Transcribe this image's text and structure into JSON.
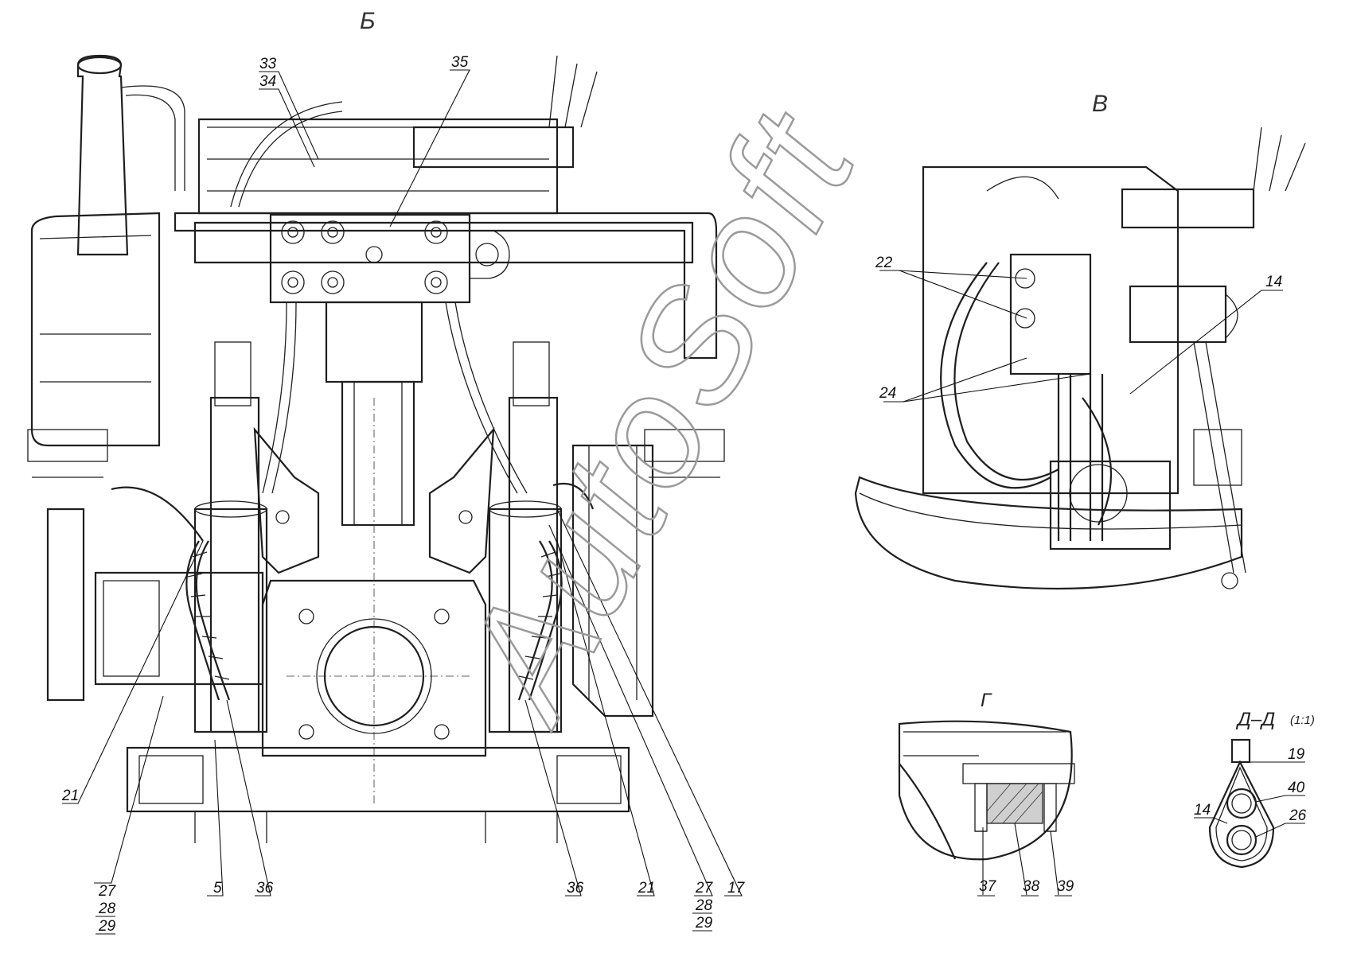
{
  "views": {
    "main": "Б",
    "right": "В",
    "detail": "Г",
    "section": "Д–Д",
    "section_scale": "(1:1)"
  },
  "watermark": "AutoSoft",
  "callouts": {
    "main_top": [
      "33",
      "34",
      "35"
    ],
    "main_bottom": [
      "21",
      "27",
      "28",
      "29",
      "5",
      "36",
      "36",
      "21",
      "27",
      "28",
      "29",
      "17"
    ],
    "view_v": [
      "22",
      "24",
      "14"
    ],
    "detail_g": [
      "37",
      "38",
      "39"
    ],
    "section_d": [
      "19",
      "40",
      "14",
      "26"
    ]
  },
  "colors": {
    "line": "#1f1f1f",
    "watermark": "#9a9a9a",
    "background": "#ffffff"
  }
}
